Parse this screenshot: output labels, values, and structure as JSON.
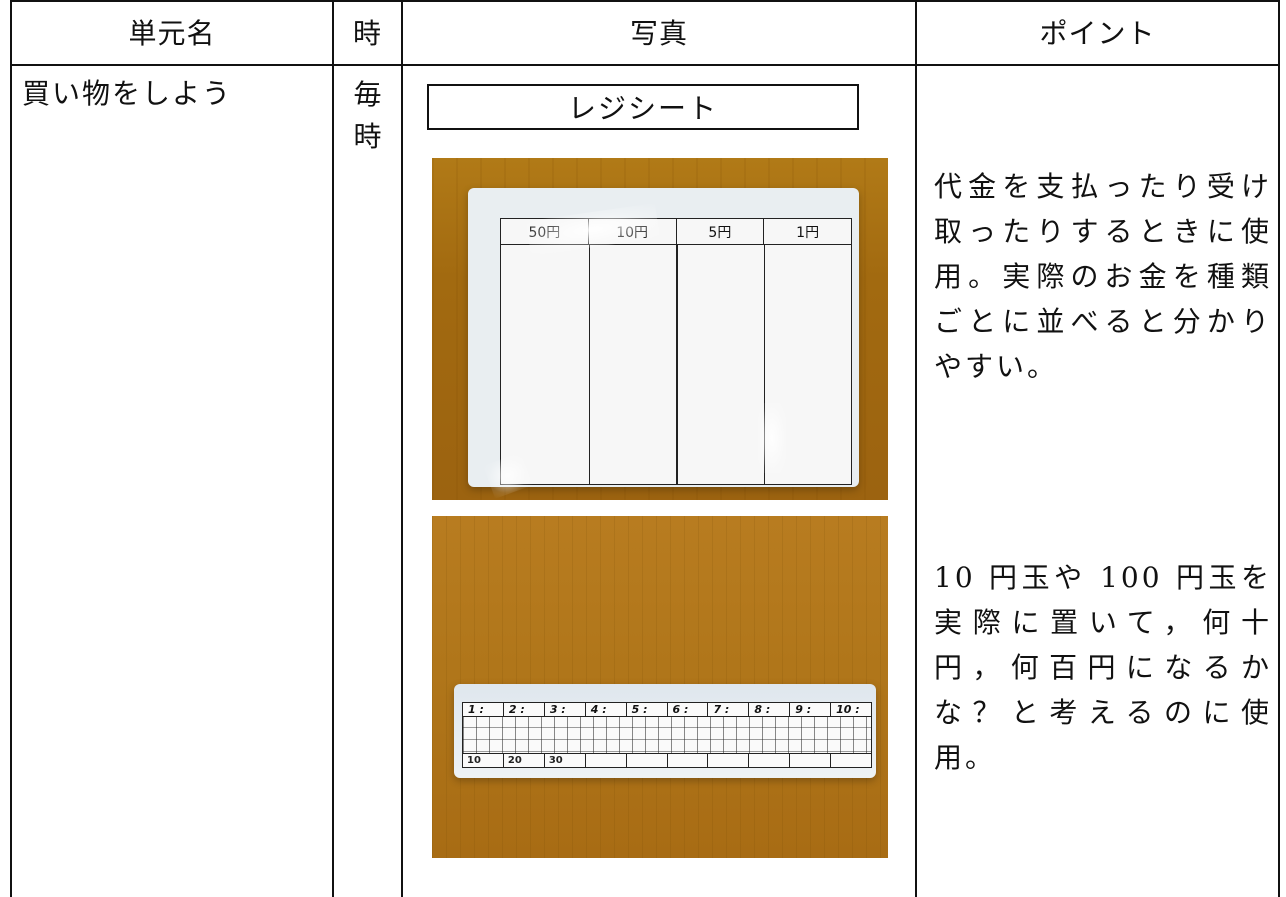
{
  "table": {
    "headers": {
      "unit": "単元名",
      "time": "時",
      "photo": "写真",
      "point": "ポイント"
    },
    "row": {
      "unit_name": "買い物をしよう",
      "time_chars": [
        "毎",
        "時"
      ],
      "photo_label": "レジシート",
      "photo_1": {
        "coin_headers": [
          "50円",
          "10円",
          "5円",
          "1円"
        ]
      },
      "photo_2": {
        "top_labels": [
          "1 :",
          "2 :",
          "3 :",
          "4 :",
          "5 :",
          "6 :",
          "7 :",
          "8 :",
          "9 :",
          "10 :"
        ],
        "bottom_labels": [
          "10",
          "20",
          "30",
          "",
          "",
          "",
          "",
          "",
          "",
          ""
        ]
      },
      "points": [
        "代金を支払ったり受け取ったりするときに使用。実際のお金を種類ごとに並べると分かりやすい。",
        "10 円玉や 100 円玉を実際に置いて，何十円，何百円になるかな？と考えるのに使用。"
      ]
    }
  }
}
